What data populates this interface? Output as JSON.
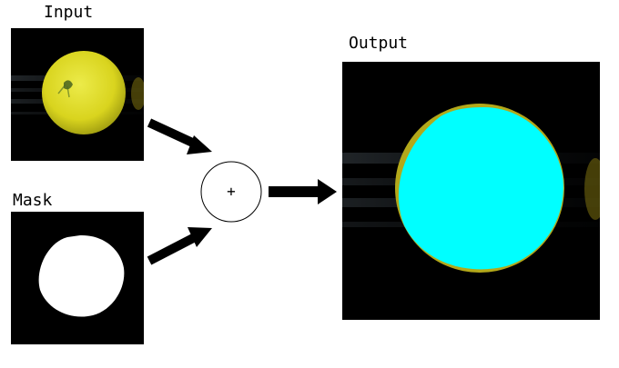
{
  "labels": {
    "input": "Input",
    "mask": "Mask",
    "output": "Output",
    "operator": "+"
  },
  "colors": {
    "background": "#ffffff",
    "panel_background": "#000000",
    "fruit_fill": "#d9d41e",
    "fruit_highlight": "#eceb4a",
    "mask_fill": "#ffffff",
    "overlay_fill": "#00ffff",
    "arrow": "#000000"
  },
  "icons": {
    "operator": "plus-circle-icon",
    "arrows": "thick-arrow-icon"
  }
}
